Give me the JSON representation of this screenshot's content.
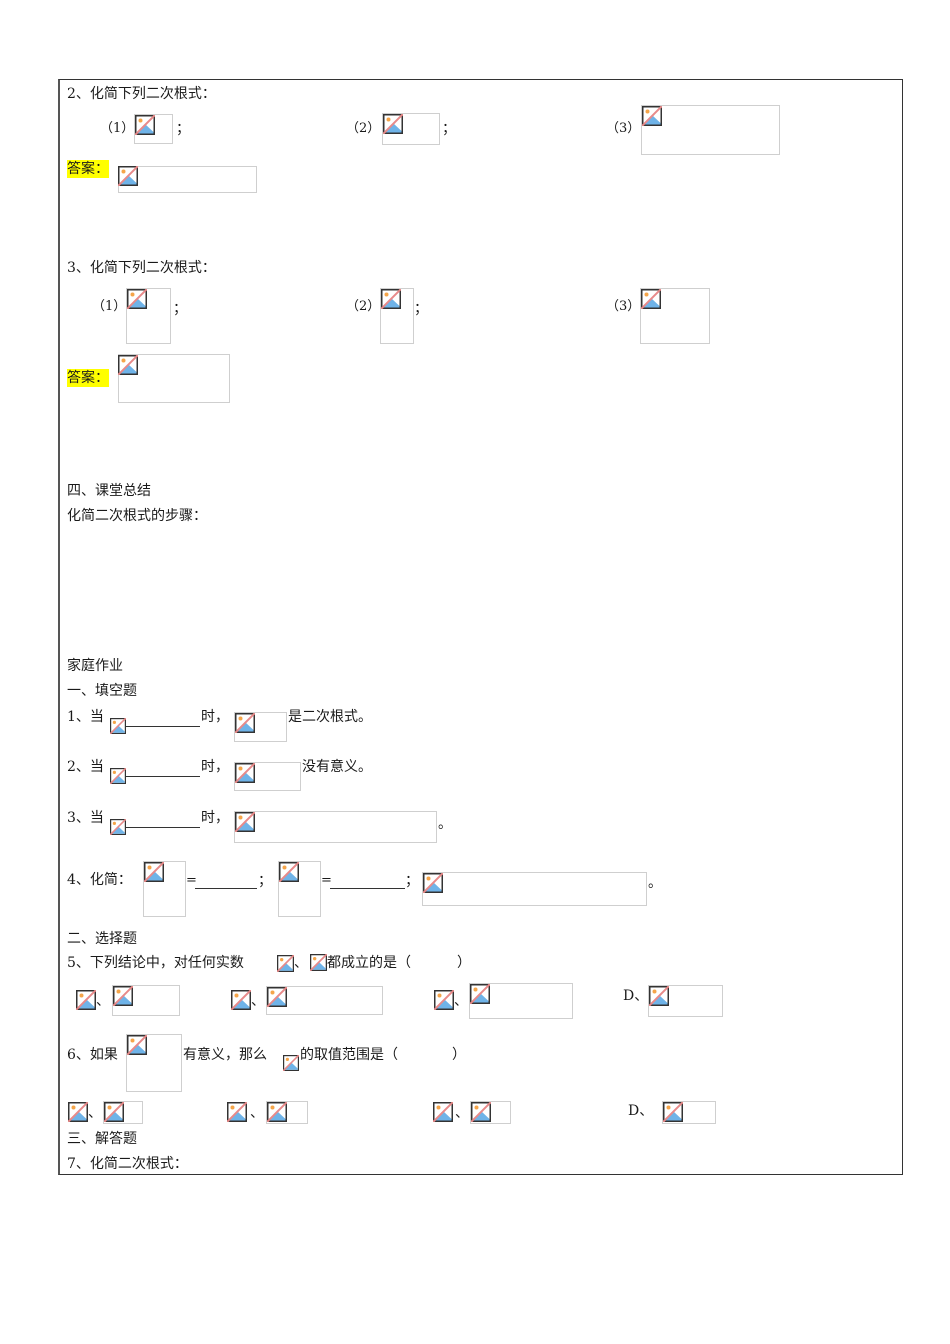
{
  "section_q2": {
    "title": "2、化简下列二次根式：",
    "items": [
      {
        "label": "（1）",
        "suffix": "；"
      },
      {
        "label": "（2）",
        "suffix": "；"
      },
      {
        "label": "（3）",
        "suffix": ""
      }
    ],
    "answer_label": "答案："
  },
  "section_q3": {
    "title": "3、化简下列二次根式：",
    "items": [
      {
        "label": "（1）",
        "suffix": "；"
      },
      {
        "label": "（2）",
        "suffix": "；"
      },
      {
        "label": "（3）",
        "suffix": ""
      }
    ],
    "answer_label": "答案："
  },
  "summary": {
    "heading": "四、课堂总结",
    "subheading": "化简二次根式的步骤："
  },
  "homework": {
    "heading": "家庭作业",
    "fill_blank": {
      "heading": "一、填空题",
      "q1": {
        "prefix": "1、当",
        "mid": "时，",
        "suffix": "是二次根式。"
      },
      "q2": {
        "prefix": "2、当",
        "mid": "时，",
        "suffix": "没有意义。"
      },
      "q3": {
        "prefix": "3、当",
        "mid": "时，",
        "suffix": "。"
      },
      "q4": {
        "prefix": "4、化简：",
        "eq1": "=",
        "sep1": "；",
        "eq2": "=",
        "sep2": "；",
        "end": "。"
      }
    },
    "choice": {
      "heading": "二、选择题",
      "q5": {
        "text_a": "5、下列结论中，对任何实数",
        "sep": "、",
        "text_b": "都成立的是（",
        "paren_close": "）",
        "options": [
          {
            "letter": "",
            "sep": "、"
          },
          {
            "letter": "",
            "sep": "、"
          },
          {
            "letter": "",
            "sep": "、"
          },
          {
            "letter": "D",
            "sep": "、"
          }
        ]
      },
      "q6": {
        "text_a": "6、如果",
        "text_b": "有意义，那么",
        "text_c": "的取值范围是（",
        "paren_close": "）",
        "options": [
          {
            "letter": "",
            "sep": "、"
          },
          {
            "letter": "",
            "sep": "、"
          },
          {
            "letter": "",
            "sep": "、"
          },
          {
            "letter": "D",
            "sep": "、"
          }
        ]
      }
    },
    "answer": {
      "heading": "三、解答题",
      "q7": "7、化简二次根式："
    }
  },
  "colors": {
    "highlight": "#ffff00",
    "frame_border": "#333333",
    "image_box_border": "#cfcfcf"
  }
}
